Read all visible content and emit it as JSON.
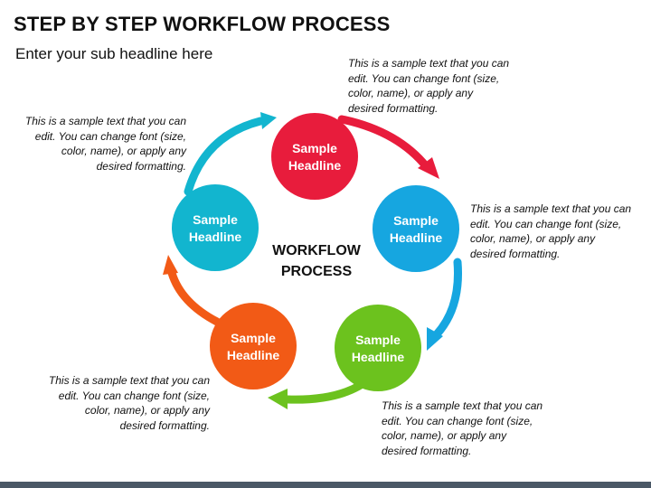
{
  "header": {
    "title": "STEP BY STEP WORKFLOW PROCESS",
    "subtitle": "Enter your sub headline here"
  },
  "center": {
    "line1": "WORKFLOW",
    "line2": "PROCESS"
  },
  "colors": {
    "red": "#e81c3c",
    "blue": "#16a6e0",
    "green": "#6cc21e",
    "orange": "#f25a16",
    "teal": "#12b5cf",
    "footer": "#4a5866"
  },
  "steps": [
    {
      "line1": "Sample",
      "line2": "Headline",
      "color": "#e81c3c",
      "desc": "This is a sample text that you can edit. You can change font (size, color, name), or apply any desired formatting."
    },
    {
      "line1": "Sample",
      "line2": "Headline",
      "color": "#16a6e0",
      "desc": "This is a sample text that you can edit. You can change font (size, color, name), or apply any desired formatting."
    },
    {
      "line1": "Sample",
      "line2": "Headline",
      "color": "#6cc21e",
      "desc": "This is a sample text that you can edit. You can change font (size, color, name), or apply any desired formatting."
    },
    {
      "line1": "Sample",
      "line2": "Headline",
      "color": "#f25a16",
      "desc": "This is a sample text that you can edit. You can change font (size, color, name), or apply any desired formatting."
    },
    {
      "line1": "Sample",
      "line2": "Headline",
      "color": "#12b5cf",
      "desc": "This is a sample text that you can edit. You can change font (size, color, name), or apply any desired formatting."
    }
  ]
}
